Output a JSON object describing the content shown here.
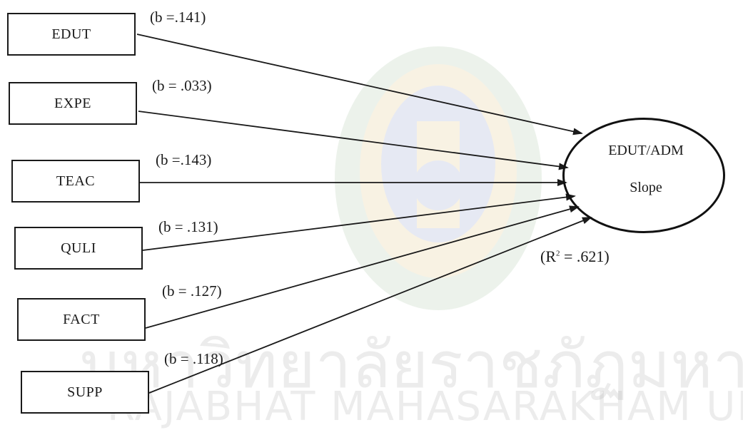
{
  "predictors": [
    {
      "label": "EDUT",
      "coef": "(b =.141)"
    },
    {
      "label": "EXPE",
      "coef": "(b = .033)"
    },
    {
      "label": "TEAC",
      "coef": "(b =.143)"
    },
    {
      "label": "QULI",
      "coef": "(b = .131)"
    },
    {
      "label": "FACT",
      "coef": "(b = .127)"
    },
    {
      "label": "SUPP",
      "coef": "(b = .118)"
    }
  ],
  "outcome": {
    "title": "EDUT/ADM",
    "subtitle": "Slope"
  },
  "r_squared": {
    "prefix": "(R",
    "sup": "2",
    "suffix": " = .621)"
  },
  "watermark": {
    "thai": "มหาวิทยาลัยราชภัฏมหาสารคาม",
    "english": "RAJABHAT MAHASARAKHAM UNIVERSITY"
  },
  "colors": {
    "line": "#1a1a1a",
    "watermark_gold": "#d8b25a",
    "watermark_blue": "#6b7bb8",
    "watermark_green": "#8fb58a"
  }
}
